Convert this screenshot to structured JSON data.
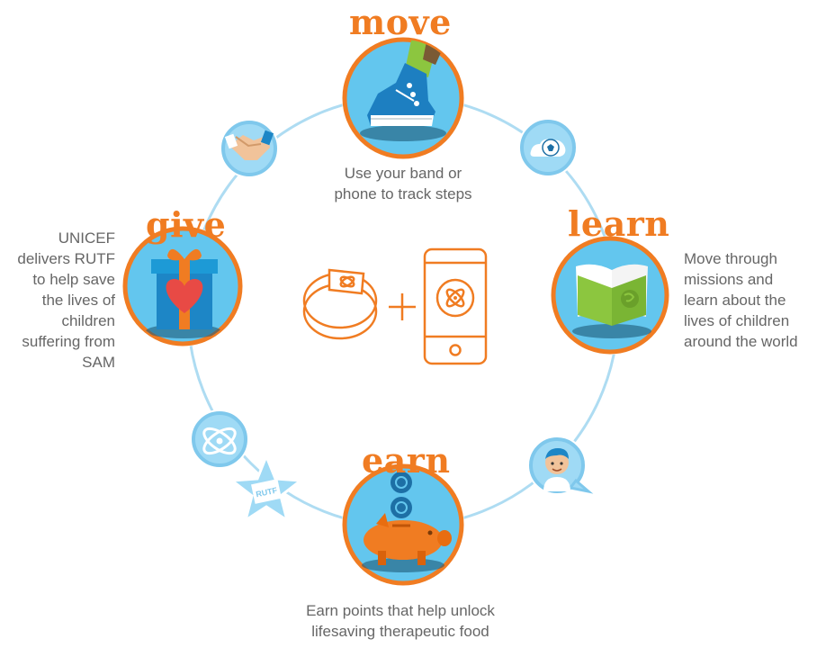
{
  "colors": {
    "accent": "#f07c22",
    "ring": "#aedcf2",
    "node_fill": "#63c6ee",
    "node_stroke": "#f07c22",
    "small_node_stroke": "#7fc8ec",
    "text": "#666666"
  },
  "stages": {
    "move": {
      "title": "move",
      "description": "Use your band or\nphone to track steps",
      "icon": "sneaker-icon"
    },
    "learn": {
      "title": "learn",
      "description": "Move through\nmissions and\nlearn about the\nlives of children\naround the world",
      "icon": "open-book-globe-icon"
    },
    "earn": {
      "title": "earn",
      "description": "Earn points that help unlock\nlifesaving therapeutic food",
      "icon": "piggy-bank-icon"
    },
    "give": {
      "title": "give",
      "description": "UNICEF\ndelivers RUTF\nto help save\nthe lives of\nchildren\nsuffering from\nSAM",
      "icon": "gift-heart-icon"
    }
  },
  "small_icons": {
    "handshake": "handshake-icon",
    "soccer": "soccer-ball-icon",
    "avatar": "child-avatar-icon",
    "atom": "atom-icon",
    "rutf_badge": {
      "icon": "rutf-star-badge-icon",
      "label": "RUTF"
    }
  },
  "center": {
    "band": "fitness-band-icon",
    "plus": "plus-icon",
    "phone": "smartphone-icon"
  }
}
